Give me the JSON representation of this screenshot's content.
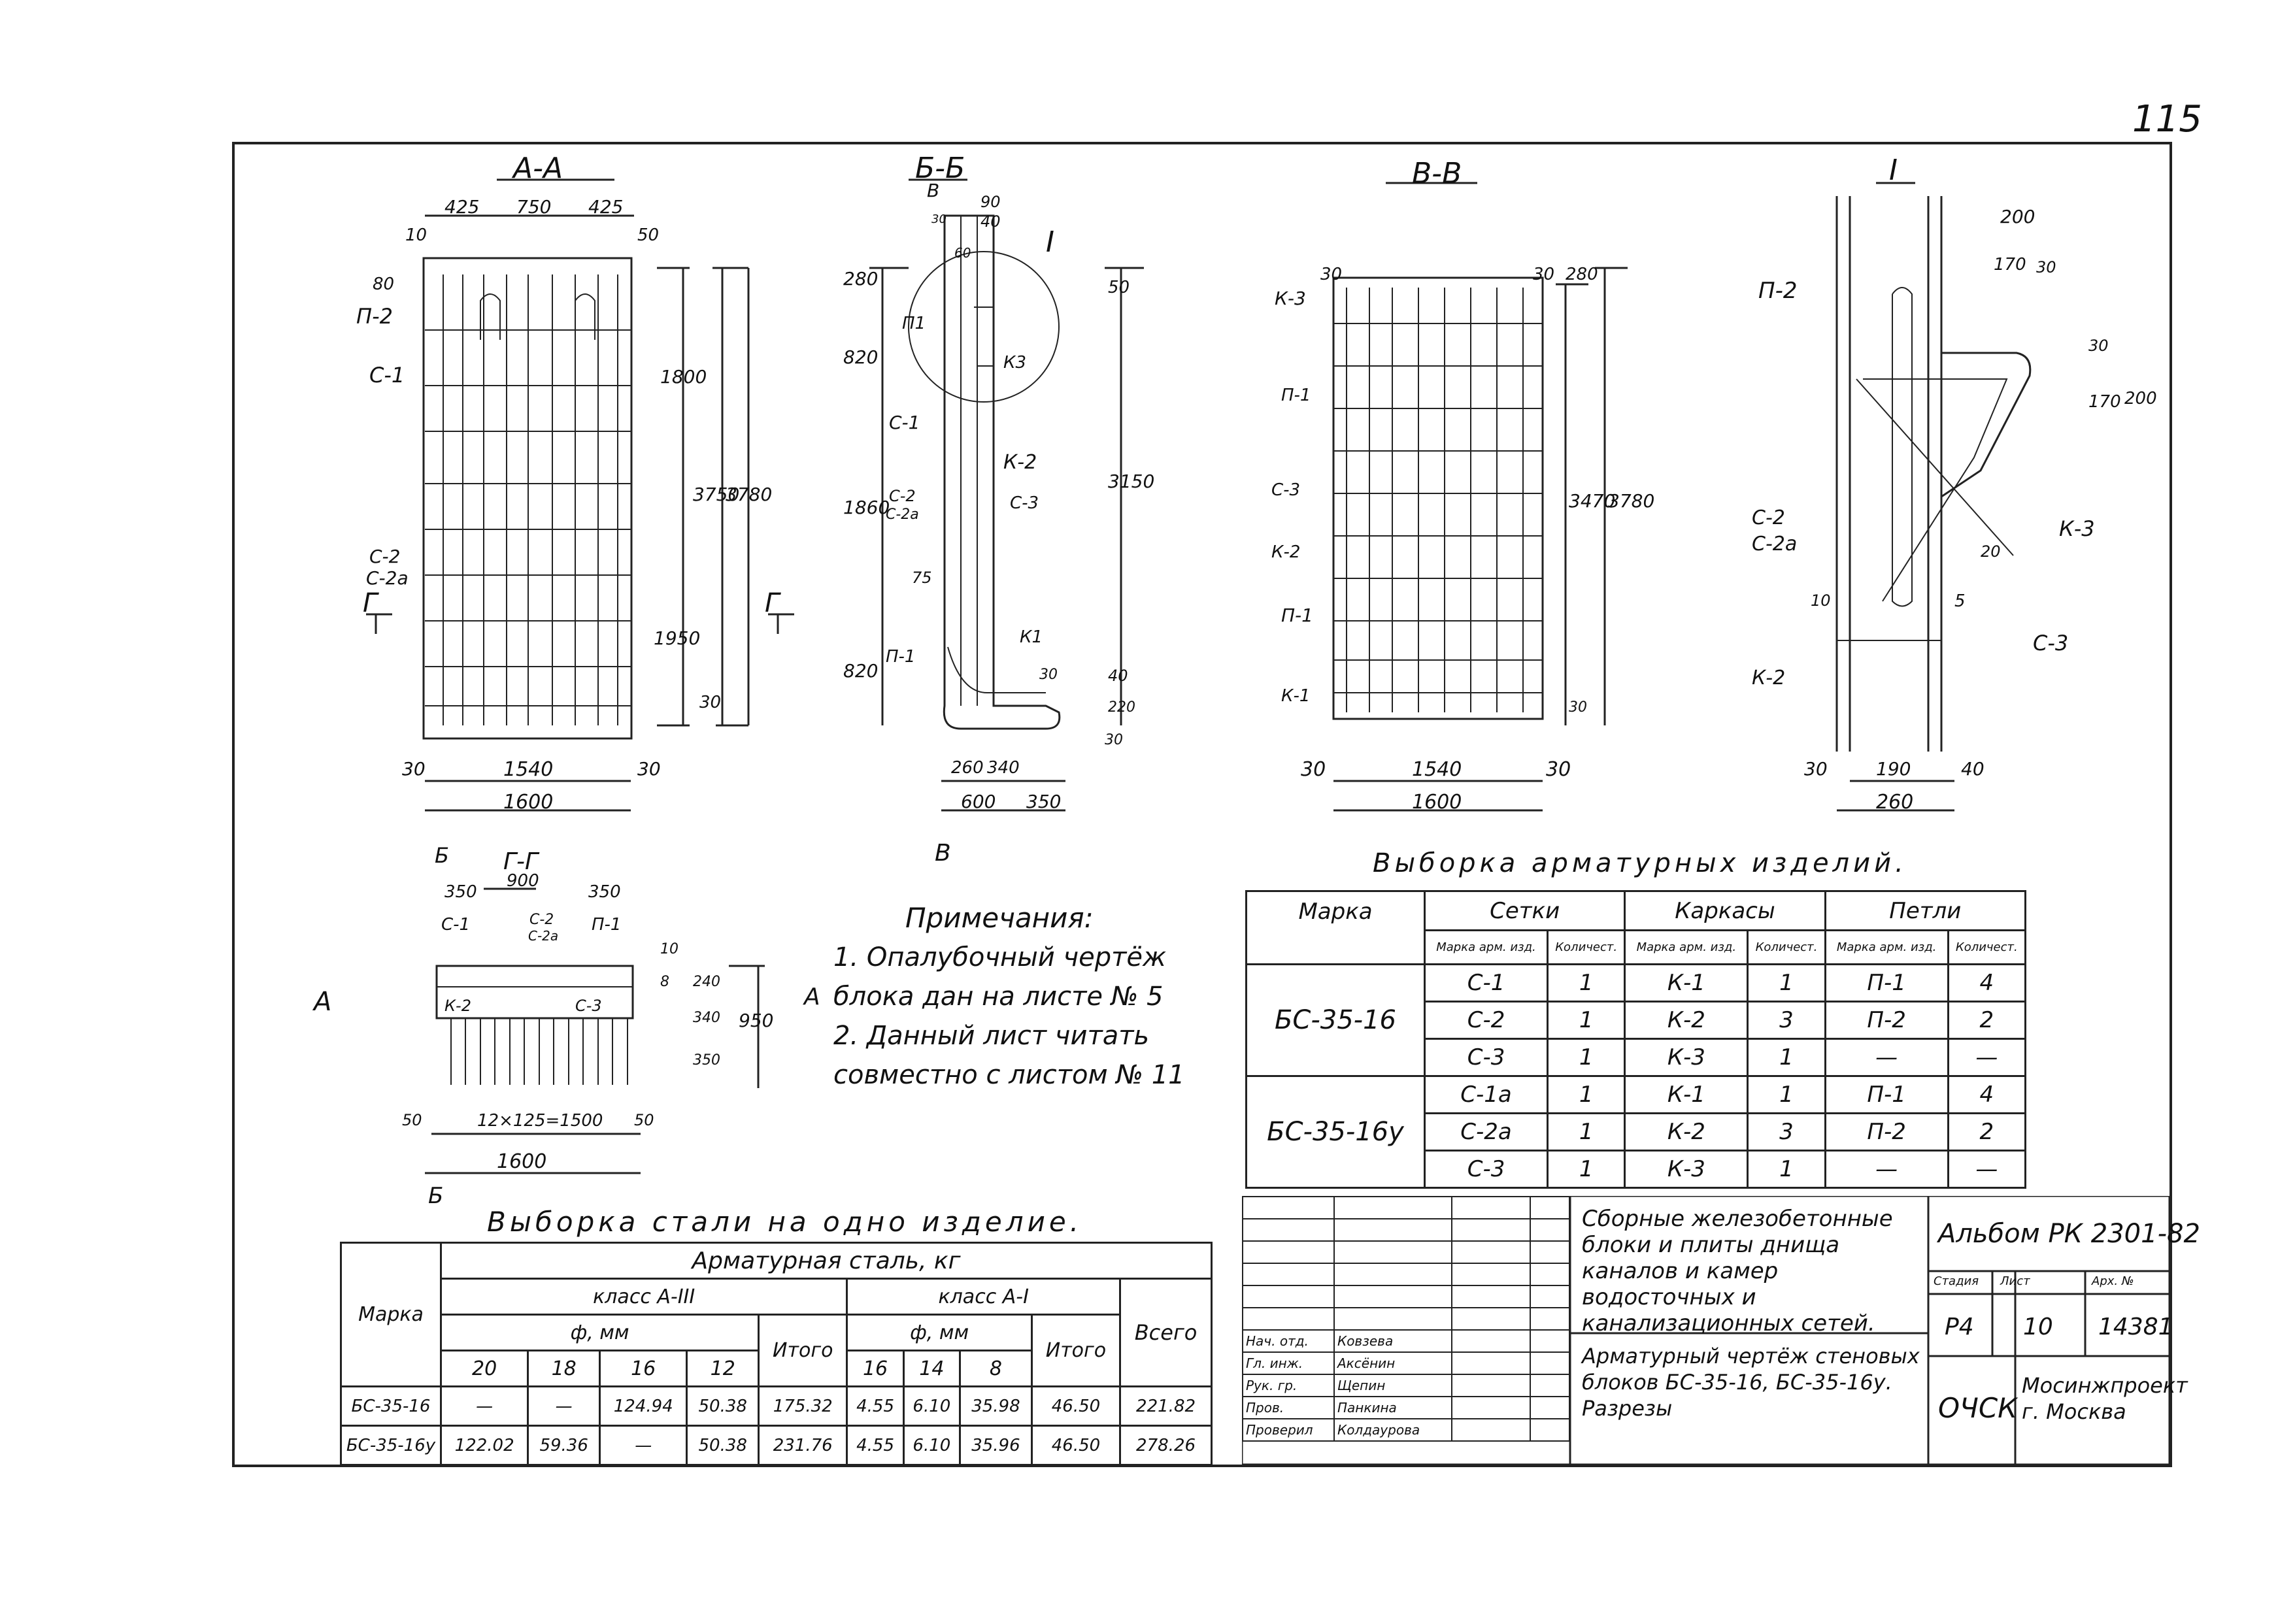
{
  "sheet": {
    "number": "115"
  },
  "views": {
    "aa": {
      "title": "А-А",
      "labels": [
        "425",
        "750",
        "425",
        "10",
        "50",
        "80",
        "П-2",
        "С-1",
        "С-2",
        "С-2а",
        "Г",
        "Г",
        "1800",
        "3750",
        "3780",
        "1950",
        "30",
        "30",
        "1540",
        "30",
        "1600"
      ]
    },
    "bb": {
      "title": "Б-Б",
      "labels": [
        "В",
        "90",
        "40",
        "30",
        "60",
        "I",
        "50",
        "280",
        "П1",
        "К3",
        "820",
        "С-1",
        "К-2",
        "1860",
        "С-2",
        "С-2а",
        "С-3",
        "3150",
        "75",
        "820",
        "П-1",
        "К1",
        "40",
        "30",
        "220",
        "30",
        "260",
        "340",
        "600",
        "350",
        "В"
      ]
    },
    "vv": {
      "title": "В-В",
      "labels": [
        "30",
        "30",
        "280",
        "К-3",
        "П-1",
        "С-3",
        "К-2",
        "П-1",
        "К-1",
        "3470",
        "3780",
        "30",
        "30",
        "1540",
        "30",
        "1600"
      ]
    },
    "detail": {
      "title": "I",
      "labels": [
        "200",
        "170",
        "30",
        "П-2",
        "30",
        "170",
        "200",
        "С-2",
        "С-2а",
        "К-3",
        "20",
        "10",
        "5",
        "С-3",
        "К-2",
        "30",
        "190",
        "40",
        "260"
      ]
    },
    "gg": {
      "title": "Г-Г",
      "labels": [
        "Б",
        "350",
        "900",
        "350",
        "С-1",
        "С-2",
        "С-2а",
        "П-1",
        "А",
        "10",
        "240",
        "8",
        "К-2",
        "С-3",
        "340",
        "950",
        "А",
        "350",
        "50",
        "12×125=1500",
        "50",
        "1600",
        "Б"
      ]
    }
  },
  "notes": {
    "title": "Примечания:",
    "items": [
      "1. Опалубочный чертёж блока дан на листе № 5",
      "2. Данный лист читать совместно с листом № 11"
    ]
  },
  "selection_table": {
    "title": "Выборка арматурных изделий.",
    "headers": {
      "mark": "Марка",
      "groups": [
        "Сетки",
        "Каркасы",
        "Петли"
      ],
      "sub": [
        "Марка арм. изд.",
        "Количест.",
        "Марка арм. изд.",
        "Количест.",
        "Марка арм. изд.",
        "Количест."
      ]
    },
    "rows": [
      {
        "mark": "БС-35-16",
        "cells": [
          [
            "С-1",
            "1",
            "К-1",
            "1",
            "П-1",
            "4"
          ],
          [
            "С-2",
            "1",
            "К-2",
            "3",
            "П-2",
            "2"
          ],
          [
            "С-3",
            "1",
            "К-3",
            "1",
            "—",
            "—"
          ]
        ]
      },
      {
        "mark": "БС-35-16у",
        "cells": [
          [
            "С-1а",
            "1",
            "К-1",
            "1",
            "П-1",
            "4"
          ],
          [
            "С-2а",
            "1",
            "К-2",
            "3",
            "П-2",
            "2"
          ],
          [
            "С-3",
            "1",
            "К-3",
            "1",
            "—",
            "—"
          ]
        ]
      }
    ]
  },
  "steel_table": {
    "title": "Выборка стали на одно изделие.",
    "headers": {
      "mark": "Марка",
      "top": "Арматурная сталь, кг",
      "class_a3": "класс А-III",
      "class_a1": "класс А-I",
      "dia": "ф, мм",
      "dia_a3": [
        "20",
        "18",
        "16",
        "12"
      ],
      "dia_a1": [
        "16",
        "14",
        "8"
      ],
      "subtotal": "Итого",
      "total": "Всего"
    },
    "rows": [
      {
        "mark": "БС-35-16",
        "values": [
          "—",
          "—",
          "124.94",
          "50.38",
          "175.32",
          "4.55",
          "6.10",
          "35.98",
          "46.50",
          "221.82"
        ]
      },
      {
        "mark": "БС-35-16у",
        "values": [
          "122.02",
          "59.36",
          "—",
          "50.38",
          "231.76",
          "4.55",
          "6.10",
          "35.96",
          "46.50",
          "278.26"
        ]
      }
    ]
  },
  "title_block": {
    "roles": [
      "Нач. отд.",
      "Гл. инж.",
      "Рук. гр.",
      "Пров.",
      "Проверил"
    ],
    "names": [
      "Ковзева",
      "Аксёнин",
      "Щепин",
      "Панкина",
      "Колдаурова"
    ],
    "description": "Сборные железобетонные блоки и плиты днища каналов и камер водосточных и канализационных сетей.",
    "drawing_name": "Арматурный чертёж стеновых блоков БС-35-16, БС-35-16у. Разрезы",
    "album": "Альбом РК 2301-82",
    "stage_label": "Стадия",
    "sheet_label": "Лист",
    "inv_label": "Арх. №",
    "stage": "Р4",
    "sheet": "10",
    "inv": "14381",
    "dept": "ОЧСК",
    "org": "Мосинжпроект г. Москва"
  }
}
